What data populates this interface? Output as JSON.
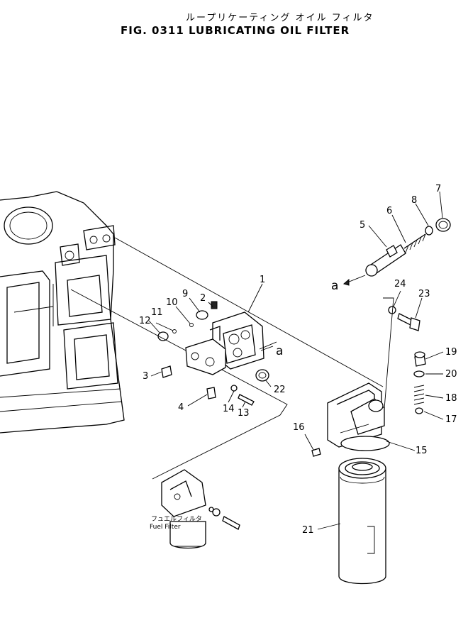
{
  "header": {
    "title_jp": "ループリケーティング オイル フィルタ",
    "title_en": "FIG. 0311 LUBRICATING OIL FILTER"
  },
  "callouts": [
    "1",
    "2",
    "3",
    "4",
    "5",
    "6",
    "7",
    "8",
    "9",
    "10",
    "11",
    "12",
    "13",
    "14",
    "15",
    "16",
    "17",
    "18",
    "19",
    "20",
    "21",
    "22",
    "23",
    "24"
  ],
  "markers": {
    "a_left": "a",
    "a_right": "a"
  },
  "fuel_filter": {
    "label_jp": "フュエルフィルタ",
    "label_en": "Fuel  Filter"
  }
}
